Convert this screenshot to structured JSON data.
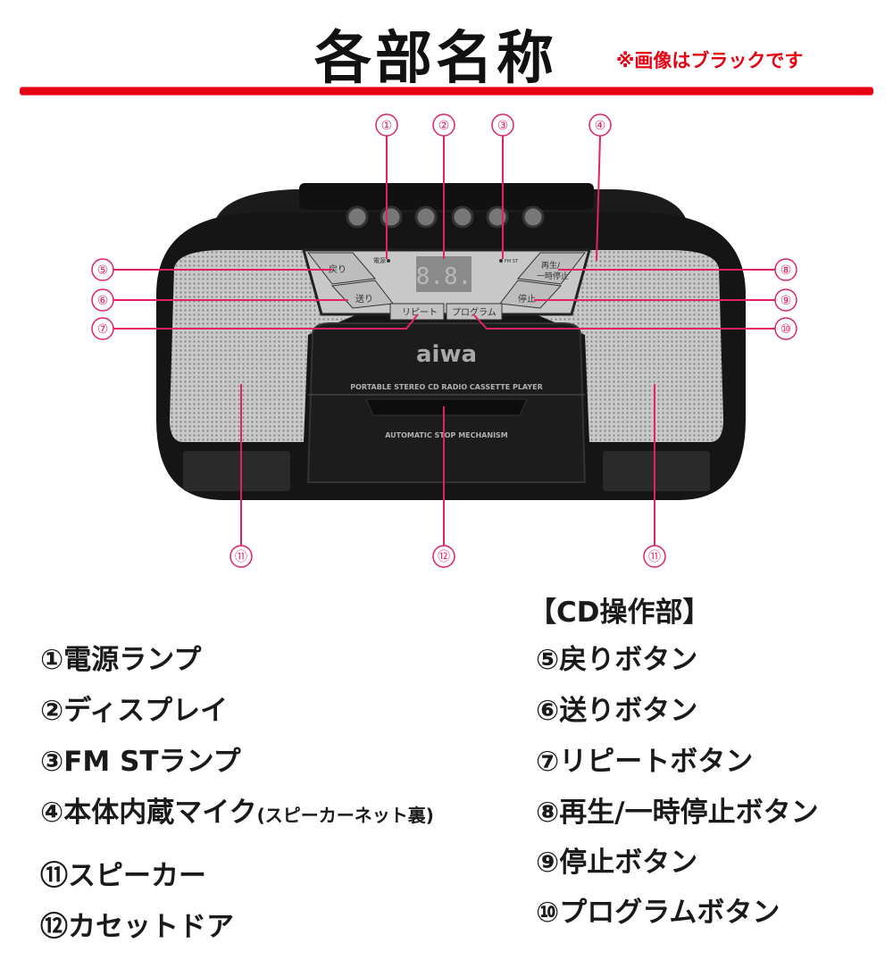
{
  "header": {
    "title": "各部名称",
    "note": "※画像はブラックです"
  },
  "device": {
    "brand": "aiwa",
    "model_text": "PORTABLE STEREO CD RADIO CASSETTE PLAYER",
    "door_text": "AUTOMATIC STOP MECHANISM",
    "display": "8.8.",
    "panel_labels": {
      "power": "電源",
      "fmst": "FM ST",
      "back": "戻り",
      "forward": "送り",
      "play": "再生/",
      "play2": "一時停止",
      "stop": "停止",
      "repeat": "リピート",
      "program": "プログラム"
    }
  },
  "callouts": [
    "①",
    "②",
    "③",
    "④",
    "⑤",
    "⑥",
    "⑦",
    "⑧",
    "⑨",
    "⑩",
    "⑪",
    "⑫"
  ],
  "accent_color": "#e0245e",
  "legend": {
    "left": [
      "①電源ランプ",
      "②ディスプレイ",
      "③FM STランプ",
      "④本体内蔵マイク",
      "⑪スピーカー",
      "⑫カセットドア"
    ],
    "mic_note": "(スピーカーネット裏)",
    "right_header": "【CD操作部】",
    "right": [
      "⑤戻りボタン",
      "⑥送りボタン",
      "⑦リピートボタン",
      "⑧再生/一時停止ボタン",
      "⑨停止ボタン",
      "⑩プログラムボタン"
    ]
  }
}
